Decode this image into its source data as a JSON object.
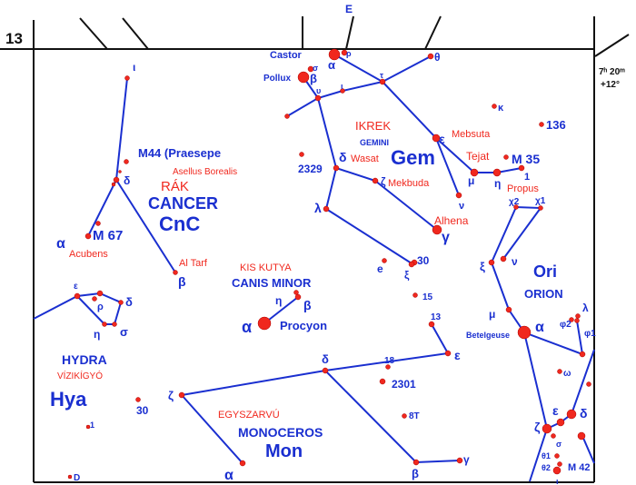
{
  "colors": {
    "line": "#1a2fd0",
    "star": "#f0281e",
    "frame": "#111111",
    "name": "#1a2fd0",
    "hungarian": "#f0281e"
  },
  "header": {
    "chart_number": "13",
    "ra": "7ʰ 20ᵐ",
    "dec": "+12°",
    "arrow_e": "E"
  },
  "labels": {
    "castor": "Castor",
    "alpha_gem": "α",
    "rho_gem": "ρ",
    "pollux": "Pollux",
    "beta_gem": "β",
    "sigma_gem": "σ",
    "upsilon_gem": "υ",
    "iota_gem": "ι",
    "tau_gem": "τ",
    "theta_gem": "θ",
    "kappa_gem": "κ",
    "n136": "136",
    "ikrek": "IKREK",
    "gemini": "GEMINI",
    "gem": "Gem",
    "delta_gem": "δ",
    "wasat": "Wasat",
    "zeta_gem": "ζ",
    "mekbuda": "Mekbuda",
    "epsilon_gem": "ε",
    "mebsuta": "Mebsuta",
    "tejat": "Tejat",
    "mu_gem": "μ",
    "m35": "M 35",
    "one_gem": "1",
    "eta_gem": "η",
    "propus": "Propus",
    "nu_gem": "ν",
    "lambda_gem": "λ",
    "gamma_gem": "γ",
    "alhena": "Alhena",
    "n2329": "2329",
    "iota_cnc": "ι",
    "m44": "M44 (Praesepe",
    "asellus": "Asellus Borealis",
    "rak": "RÁK",
    "cancer": "CANCER",
    "cnc": "CnC",
    "delta_cnc": "δ",
    "alpha_cnc": "α",
    "acubens": "Acubens",
    "m67": "M 67",
    "altarf": "Al Tarf",
    "beta_cnc": "β",
    "kiskutya": "KIS KUTYA",
    "canisminor": "CANIS MINOR",
    "eta_cmi": "η",
    "beta_cmi": "β",
    "alpha_cmi": "α",
    "procyon": "Procyon",
    "ori": "Ori",
    "orion": "ORION",
    "chi2": "χ2",
    "chi1": "χ1",
    "xi_ori": "ξ",
    "nu_ori": "ν",
    "mu_ori": "μ",
    "alpha_ori": "α",
    "betelgeuse": "Betelgeuse",
    "lambda_ori": "λ",
    "phi2": "φ2",
    "phi1": "φ1",
    "omega_ori": "ω",
    "epsilon_ori": "ε",
    "delta_ori": "δ",
    "zeta_ori": "ζ",
    "sigma_ori": "σ",
    "theta1": "θ1",
    "theta2": "θ2",
    "m42": "M 42",
    "iota_ori": "ι",
    "e_star": "e",
    "xi_star": "ξ",
    "n30": "30",
    "n15": "15",
    "n13": "13",
    "epsilon_mon": "ε",
    "hydra": "HYDRA",
    "vizikigyo": "VÍZIKÍGYÓ",
    "hya": "Hya",
    "epsilon_hya": "ε",
    "rho_hya": "ρ",
    "delta_hya": "δ",
    "eta_hya": "η",
    "sigma_hya": "σ",
    "n30_hya": "30",
    "one_hya": "1",
    "d_hya": "D",
    "delta_mon": "δ",
    "n18": "18",
    "n2301": "2301",
    "n8": "8T",
    "beta_mon": "β",
    "gamma_mon": "γ",
    "alpha_mon": "α",
    "zeta_mon": "ζ",
    "egyszarvu": "EGYSZARVÚ",
    "monoceros": "MONOCEROS",
    "mon": "Mon"
  }
}
